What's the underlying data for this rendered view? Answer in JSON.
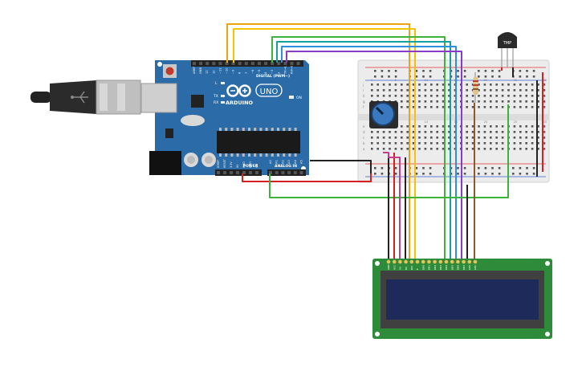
{
  "arduino": {
    "brand": "ARDUINO",
    "model": "UNO",
    "digital_label": "DIGITAL (PWM~)",
    "power_label": "POWER",
    "analog_label": "ANALOG IN",
    "on_label": "ON",
    "l_label": "L",
    "tx_label": "TX",
    "rx_label": "RX",
    "digital_pins": [
      "AREF",
      "GND",
      "13",
      "12",
      "~11",
      "~10",
      "~9",
      "8",
      "7",
      "~6",
      "~5",
      "4",
      "~3",
      "2",
      "TX→1",
      "RX←0"
    ],
    "power_pins": [
      "IOREF",
      "RESET",
      "3.3V",
      "5V",
      "GND",
      "GND",
      "Vin"
    ],
    "analog_pins": [
      "A0",
      "A1",
      "A2",
      "A3",
      "A4",
      "A5"
    ]
  },
  "sensor": {
    "label": "TMP"
  },
  "breadboard": {
    "row_letters_top": [
      "j",
      "i",
      "h",
      "g",
      "f"
    ],
    "row_letters_bottom": [
      "e",
      "d",
      "c",
      "b",
      "a"
    ],
    "column_numbers": [
      "1",
      "5",
      "10",
      "15",
      "20",
      "25",
      "30"
    ]
  },
  "lcd": {
    "pins": [
      "GND",
      "VCC",
      "V0",
      "RS",
      "RW",
      "E",
      "DB0",
      "DB1",
      "DB2",
      "DB3",
      "DB4",
      "DB5",
      "DB6",
      "DB7",
      "LED",
      "LED"
    ]
  },
  "colors": {
    "board": "#2a6ba8",
    "wire_orange": "#f2a20f",
    "wire_yellow": "#f5c400",
    "wire_green": "#3cb43c",
    "wire_teal": "#15a0a0",
    "wire_blue": "#2f8ee0",
    "wire_purple": "#8a3cc8",
    "wire_magenta": "#c83c8c",
    "wire_red": "#d42020",
    "wire_black": "#222222",
    "wire_brown": "#8b5a2b",
    "lcd_screen": "#1e2a5a",
    "lcd_pcb": "#2e8b3a"
  }
}
